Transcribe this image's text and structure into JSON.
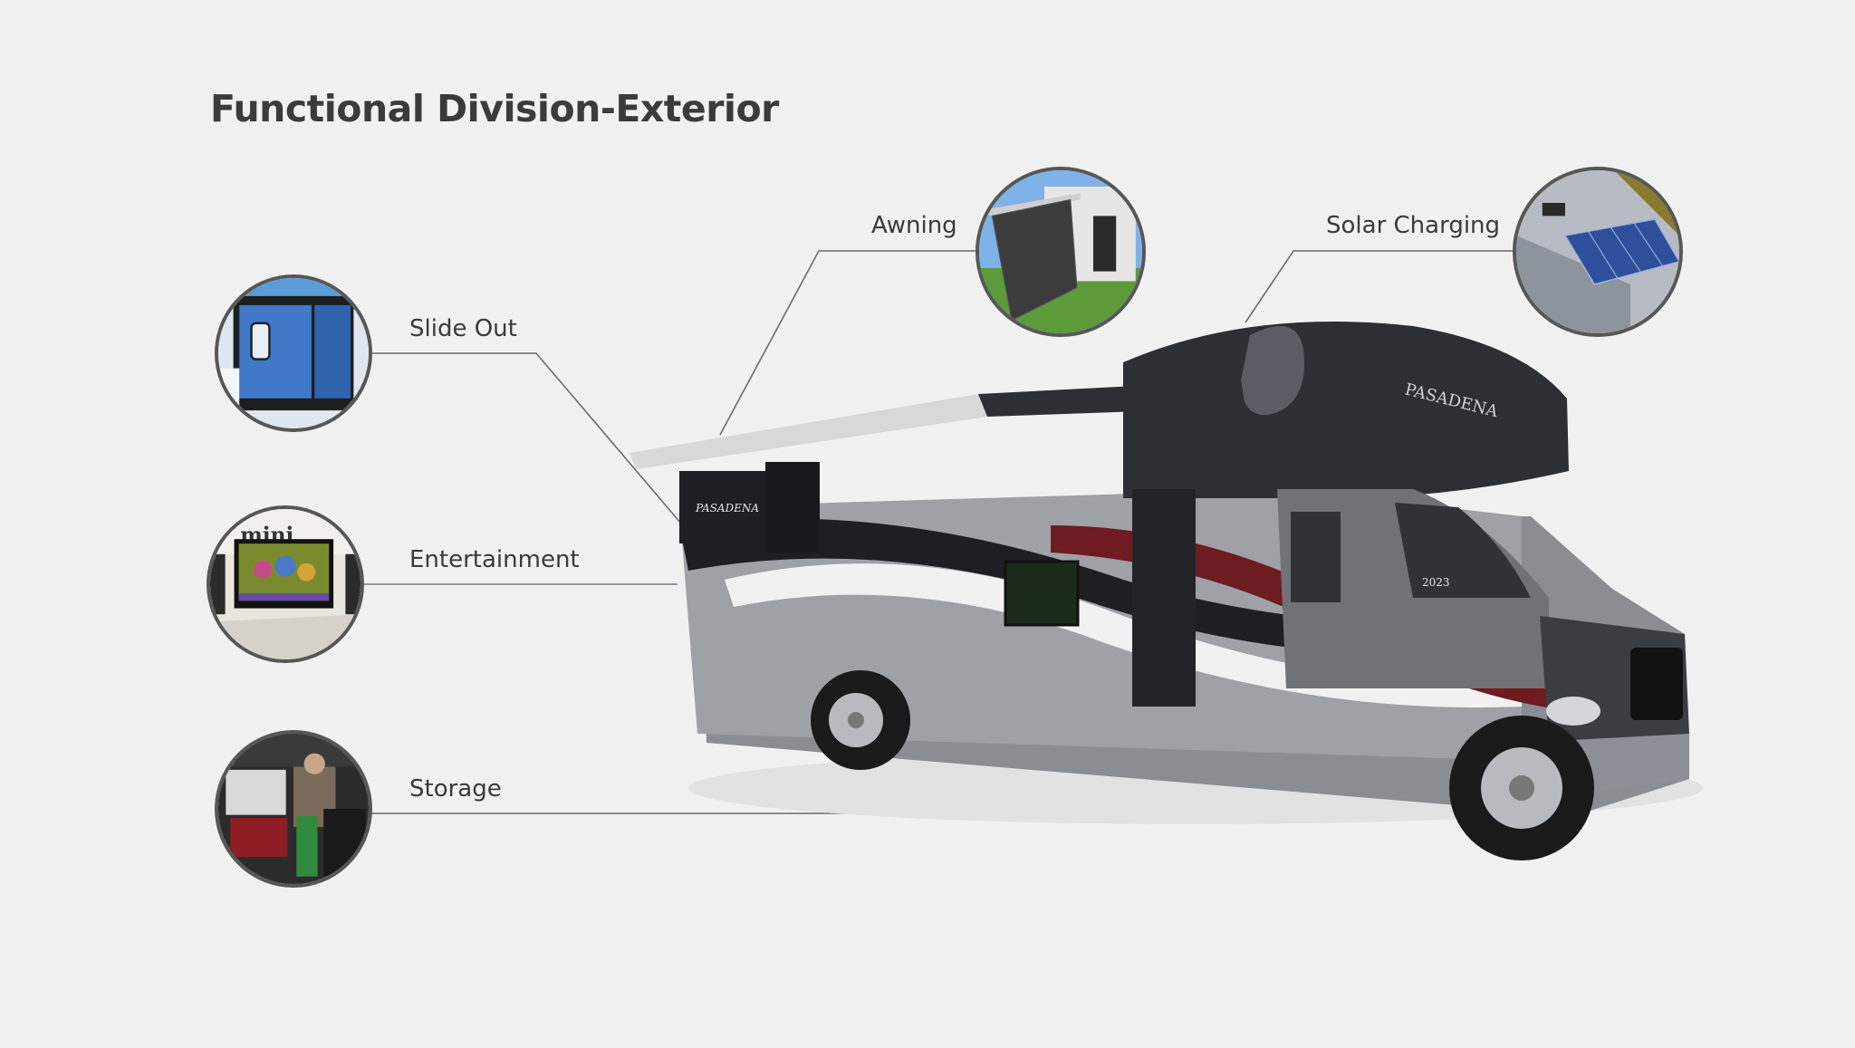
{
  "title": "Functional Division-Exterior",
  "features": {
    "slide_out": "Slide Out",
    "entertainment": "Entertainment",
    "storage": "Storage",
    "awning": "Awning",
    "solar_charging": "Solar Charging"
  },
  "rv_decals": {
    "brand": "PASADENA",
    "year": "2023"
  },
  "colors": {
    "background": "#f1f1f1",
    "title": "#3b3b3b",
    "line": "#6b6b6b",
    "circle_border": "#575757"
  }
}
